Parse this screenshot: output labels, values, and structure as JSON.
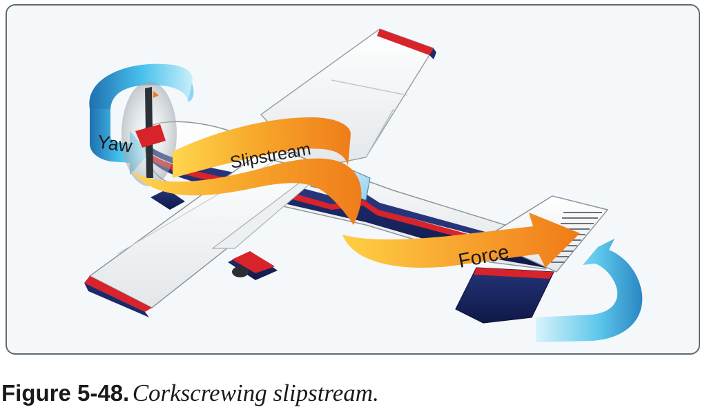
{
  "diagram": {
    "labels": {
      "yaw": "Yaw",
      "slipstream": "Slipstream",
      "force": "Force"
    },
    "colors": {
      "frame_border": "#5e6b73",
      "frame_fill": "#f4f8fa",
      "fuselage_navy": "#1c2a6b",
      "stripe_red": "#d8232a",
      "arrow_orange": "#f08a1c",
      "arrow_yellow": "#ffd24a",
      "rotation_arrow_blue": "#3fb7e6"
    }
  },
  "caption": {
    "number": "Figure 5-48.",
    "text": "Corkscrewing slipstream."
  }
}
